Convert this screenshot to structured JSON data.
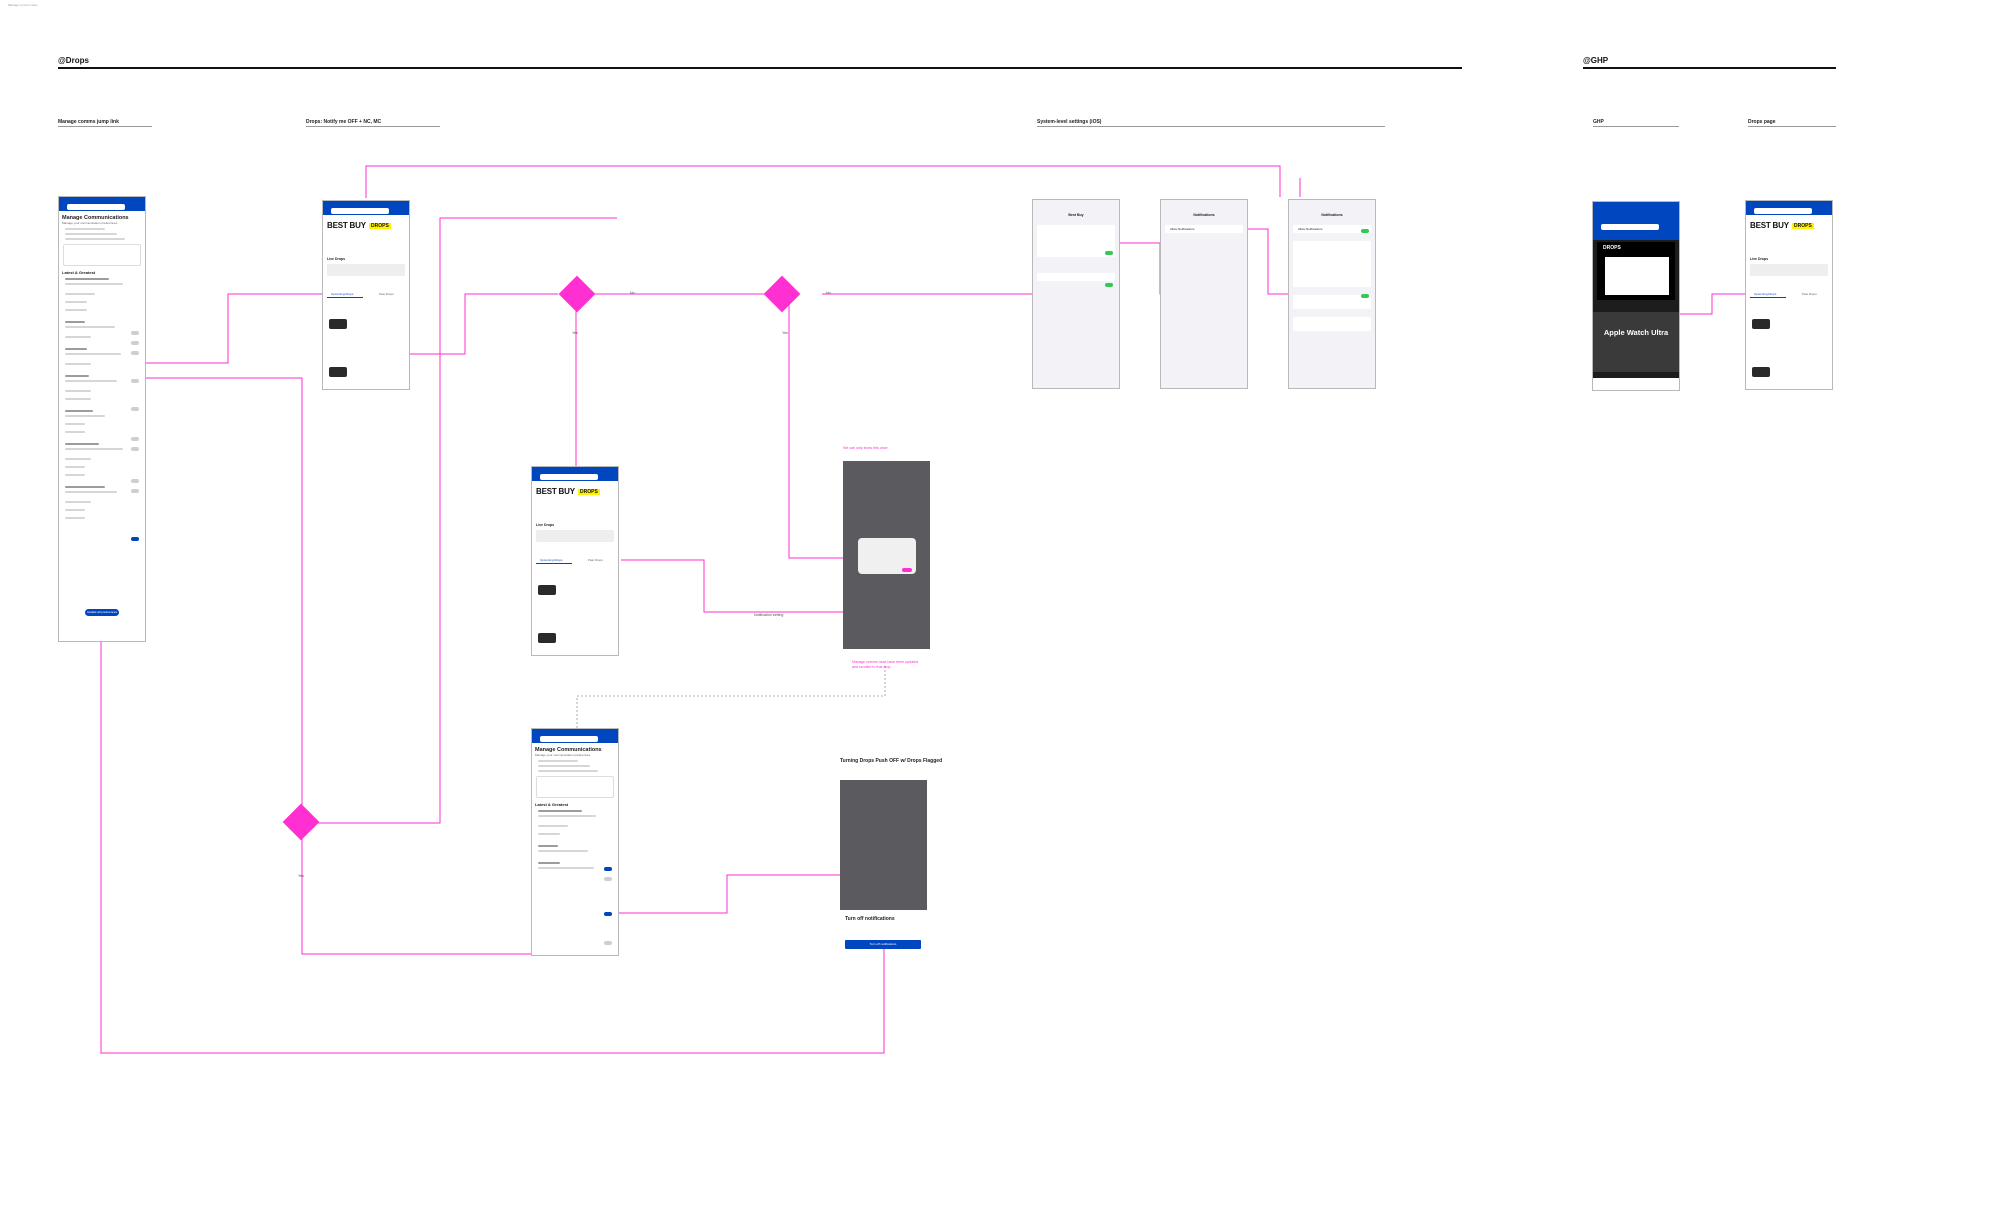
{
  "page_note": "Manage comms notes",
  "sections": [
    {
      "title": "@Drops"
    },
    {
      "title": "@GHP"
    }
  ],
  "columns": {
    "manage_comms": "Manage comms jump link",
    "drops_notify": "Drops: Notify me OFF + NC, MC",
    "system_settings": "System-level settings (iOS)",
    "ghp": "GHP",
    "drops_page": "Drops page",
    "turning_off": "Turning Drops Push OFF w/ Drops Flagged"
  },
  "manage_screen": {
    "title": "Manage Communications",
    "subtitle": "Manage your communication preferences",
    "latest": "Latest & Greatest",
    "button": "Update all preferences"
  },
  "drops_screen": {
    "logo": "BEST BUY",
    "tag": "DROPS",
    "live": "Live Drops",
    "tab_upcoming": "Upcoming Drops",
    "tab_past": "Past Drops"
  },
  "ios_screens": {
    "bestbuy_title": "Best Buy",
    "notifications_title": "Notifications",
    "allow": "Allow Notifications"
  },
  "ghp_screen": {
    "tag": "DROPS",
    "promo": "Apple Watch Ultra"
  },
  "turn_off_screen": {
    "heading": "Turn off notifications",
    "button": "Turn off notifications"
  },
  "annotations": {
    "yes": "Yes",
    "no": "No",
    "ns": "Notification setting",
    "pink_top": "We can only show this once",
    "pink_bottom": "Manage comms must have been updated and scrolled to that drop"
  }
}
